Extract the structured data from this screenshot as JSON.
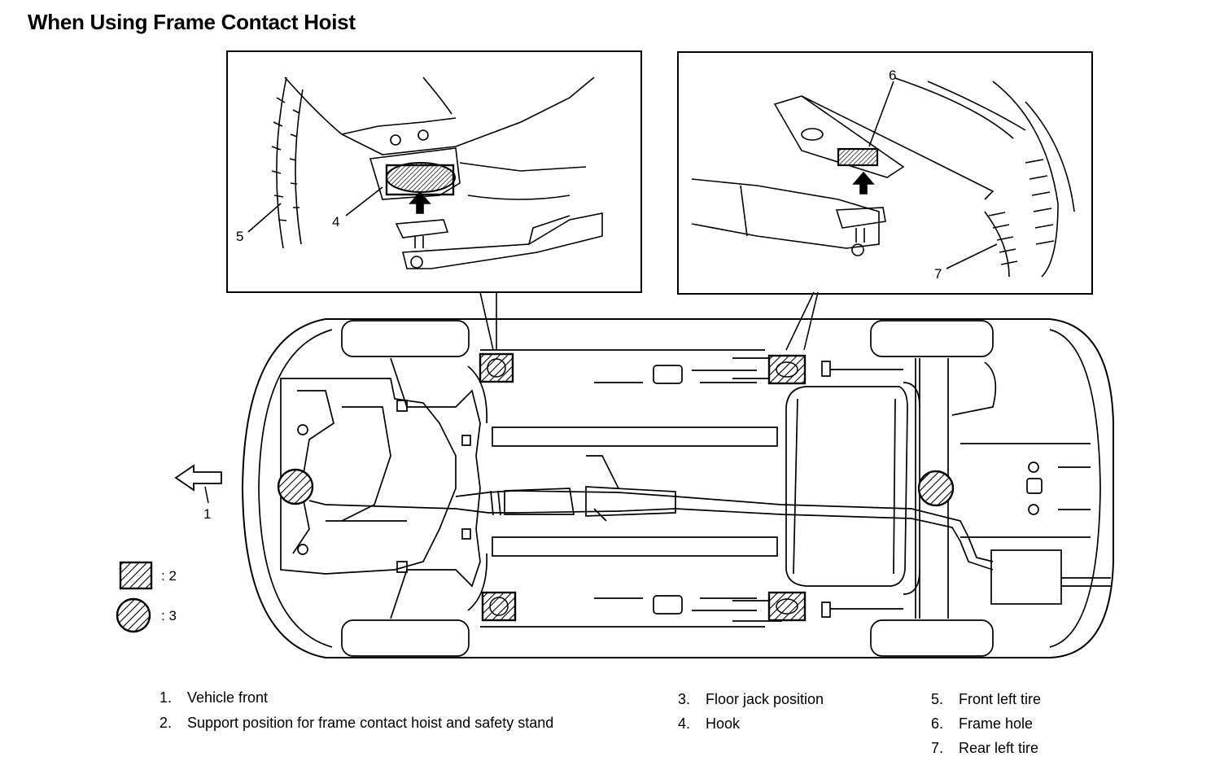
{
  "title": "When Using Frame Contact Hoist",
  "callouts": {
    "c1": "1",
    "c4": "4",
    "c5": "5",
    "c6": "6",
    "c7": "7"
  },
  "key": [
    {
      "symbol": "square-hatched",
      "label": ": 2"
    },
    {
      "symbol": "circle-hatched",
      "label": ": 3"
    }
  ],
  "legend": [
    {
      "num": "1.",
      "text": "Vehicle front"
    },
    {
      "num": "2.",
      "text": "Support position for frame contact hoist and safety stand"
    },
    {
      "num": "3.",
      "text": "Floor jack position"
    },
    {
      "num": "4.",
      "text": "Hook"
    },
    {
      "num": "5.",
      "text": "Front left tire"
    },
    {
      "num": "6.",
      "text": "Frame hole"
    },
    {
      "num": "7.",
      "text": "Rear left tire"
    }
  ]
}
